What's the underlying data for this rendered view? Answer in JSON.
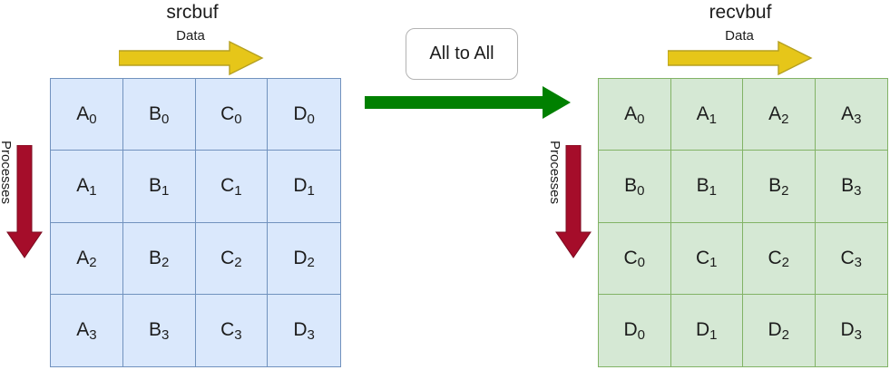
{
  "diagram": {
    "title_left": "srcbuf",
    "title_right": "recvbuf",
    "operation_label": "All to All",
    "axis_labels": {
      "horizontal": "Data",
      "vertical": "Processes"
    },
    "colors": {
      "src_fill": "#dae8fc",
      "src_stroke": "#7192be",
      "recv_fill": "#d5e8d4",
      "recv_stroke": "#82b366",
      "data_arrow": "#d6b656",
      "data_arrow_fill": "#e6c619",
      "processes_arrow": "#a50d2a",
      "operation_arrow": "#008000",
      "box_stroke": "#b3b3b3",
      "text": "#1c1c1c"
    }
  },
  "src_matrix": {
    "name": "srcbuf",
    "rows": 4,
    "cols": 4,
    "cells": [
      [
        {
          "base": "A",
          "sub": "0"
        },
        {
          "base": "B",
          "sub": "0"
        },
        {
          "base": "C",
          "sub": "0"
        },
        {
          "base": "D",
          "sub": "0"
        }
      ],
      [
        {
          "base": "A",
          "sub": "1"
        },
        {
          "base": "B",
          "sub": "1"
        },
        {
          "base": "C",
          "sub": "1"
        },
        {
          "base": "D",
          "sub": "1"
        }
      ],
      [
        {
          "base": "A",
          "sub": "2"
        },
        {
          "base": "B",
          "sub": "2"
        },
        {
          "base": "C",
          "sub": "2"
        },
        {
          "base": "D",
          "sub": "2"
        }
      ],
      [
        {
          "base": "A",
          "sub": "3"
        },
        {
          "base": "B",
          "sub": "3"
        },
        {
          "base": "C",
          "sub": "3"
        },
        {
          "base": "D",
          "sub": "3"
        }
      ]
    ]
  },
  "recv_matrix": {
    "name": "recvbuf",
    "rows": 4,
    "cols": 4,
    "cells": [
      [
        {
          "base": "A",
          "sub": "0"
        },
        {
          "base": "A",
          "sub": "1"
        },
        {
          "base": "A",
          "sub": "2"
        },
        {
          "base": "A",
          "sub": "3"
        }
      ],
      [
        {
          "base": "B",
          "sub": "0"
        },
        {
          "base": "B",
          "sub": "1"
        },
        {
          "base": "B",
          "sub": "2"
        },
        {
          "base": "B",
          "sub": "3"
        }
      ],
      [
        {
          "base": "C",
          "sub": "0"
        },
        {
          "base": "C",
          "sub": "1"
        },
        {
          "base": "C",
          "sub": "2"
        },
        {
          "base": "C",
          "sub": "3"
        }
      ],
      [
        {
          "base": "D",
          "sub": "0"
        },
        {
          "base": "D",
          "sub": "1"
        },
        {
          "base": "D",
          "sub": "2"
        },
        {
          "base": "D",
          "sub": "3"
        }
      ]
    ]
  }
}
